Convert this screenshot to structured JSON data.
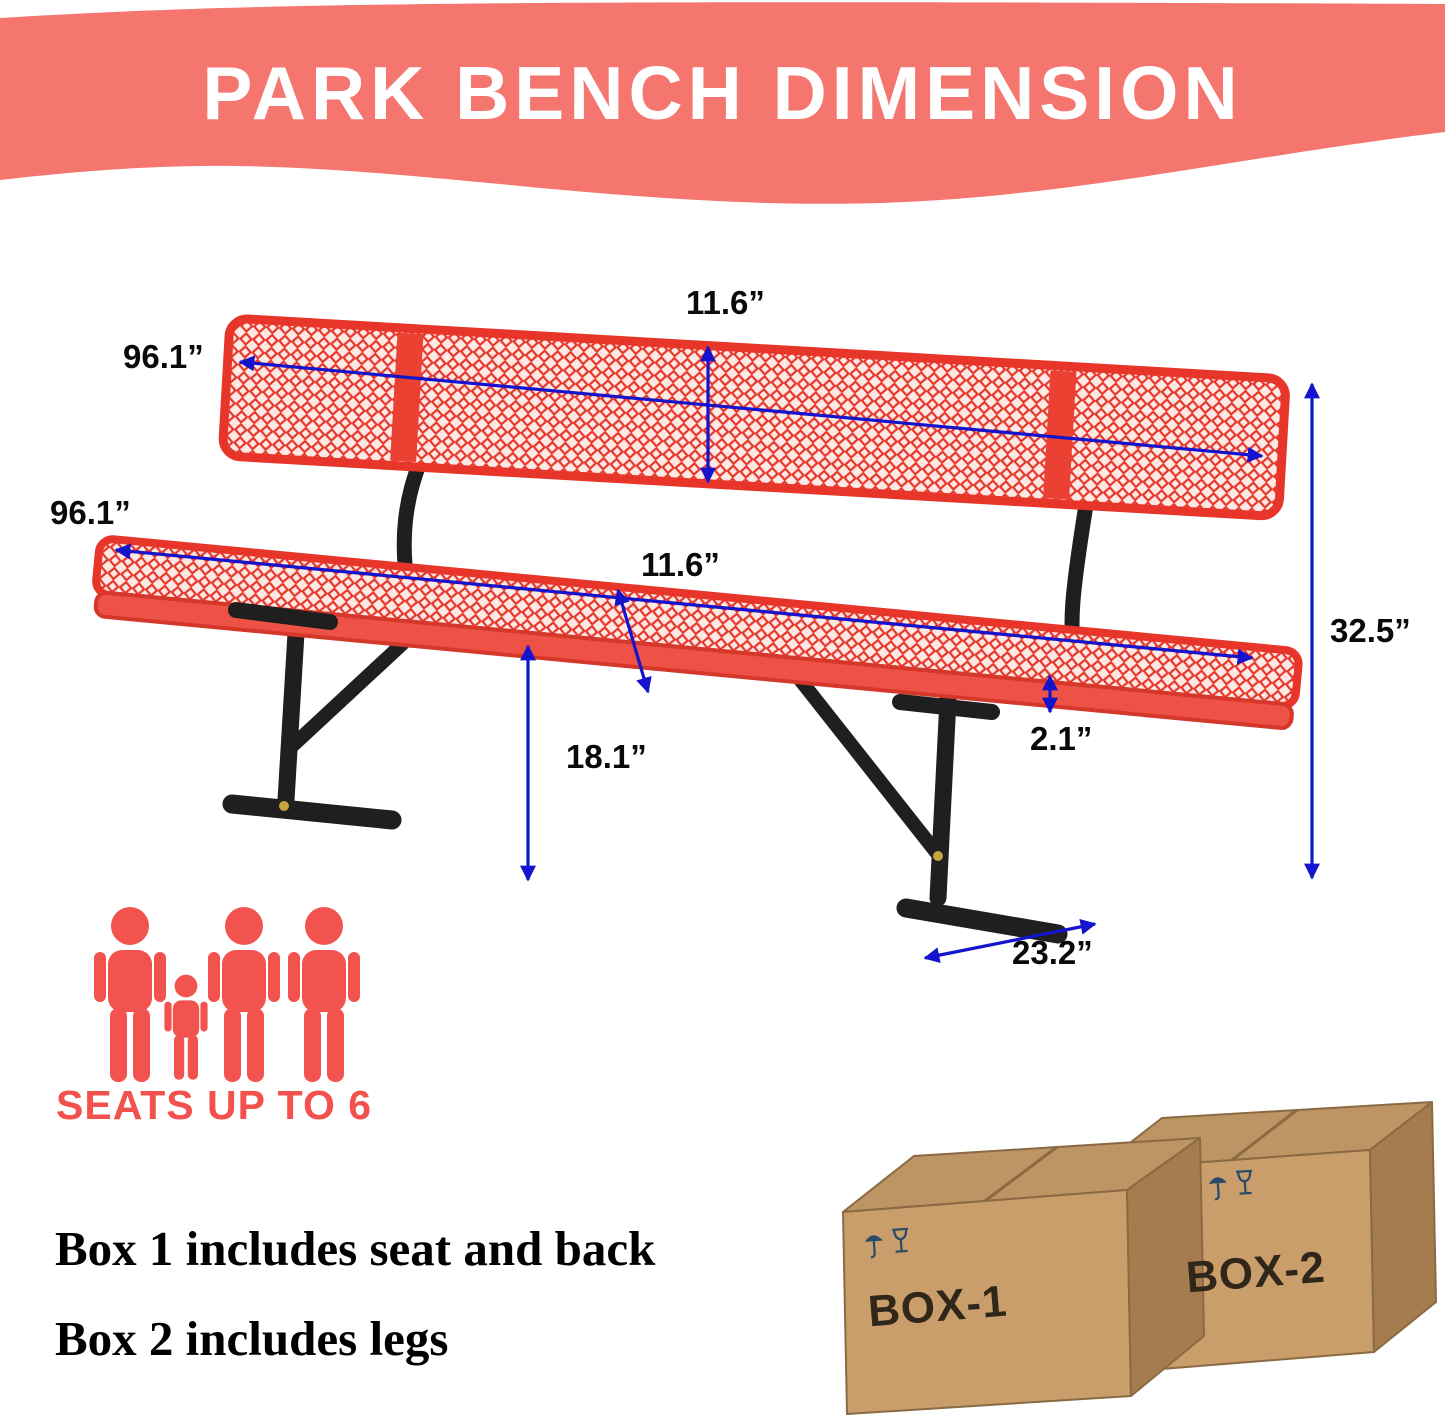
{
  "banner": {
    "title": "PARK BENCH DIMENSION"
  },
  "dimensions": {
    "back_length": "96.1”",
    "back_height": "11.6”",
    "seat_length": "96.1”",
    "seat_depth": "11.6”",
    "overall_height": "32.5”",
    "seat_height": "18.1”",
    "seat_thickness": "2.1”",
    "leg_depth": "23.2”"
  },
  "seating": {
    "label": "SEATS UP TO 6"
  },
  "notes": {
    "line1": "Box 1 includes seat and back",
    "line2": "Box 2 includes legs"
  },
  "boxes": {
    "box1_label": "BOX-1",
    "box2_label": "BOX-2"
  },
  "colors": {
    "banner_coral": "#F4766E",
    "bench_red": "#E8352A",
    "mesh_background": "#FDE8E3",
    "dimension_arrow_blue": "#1414CC",
    "people_red": "#F2534F",
    "leg_black": "#1F1F1F",
    "cardboard_front": "#C99E6B",
    "cardboard_side": "#A57C4E",
    "cardboard_top": "#BD9463"
  },
  "icons": {
    "people": [
      "person-adult-icon",
      "person-child-icon",
      "person-adult-icon",
      "person-adult-icon"
    ],
    "shipping_marks": [
      "umbrella-icon",
      "fragile-glass-icon"
    ]
  }
}
